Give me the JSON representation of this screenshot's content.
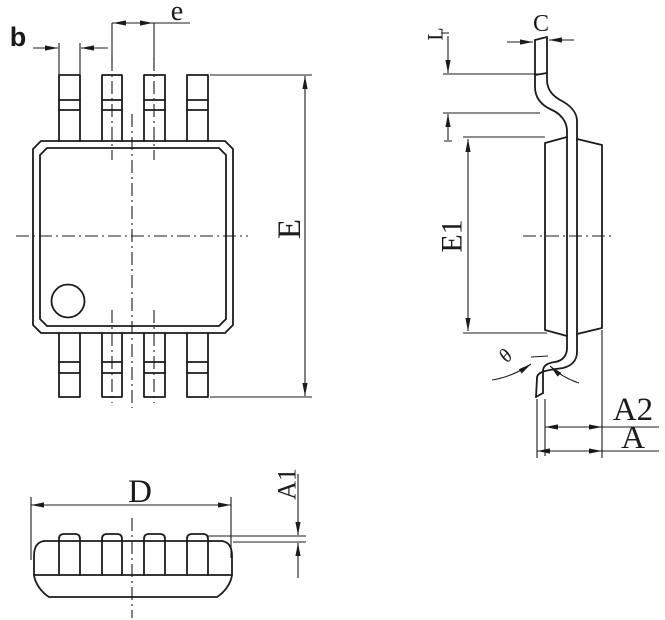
{
  "drawing": {
    "background": "#ffffff",
    "line_color": "#1b1b1b",
    "views": {
      "top": {
        "name": "top-view",
        "lead_count_per_side": 4,
        "dimensions": {
          "b": "b",
          "e": "e",
          "E": "E"
        }
      },
      "side": {
        "name": "side-view",
        "dimensions": {
          "L": "L",
          "C": "C",
          "E1": "E1",
          "theta": "θ",
          "A2": "A2",
          "A": "A"
        }
      },
      "front": {
        "name": "front-view",
        "dimensions": {
          "D": "D",
          "A1": "A1"
        }
      }
    }
  }
}
